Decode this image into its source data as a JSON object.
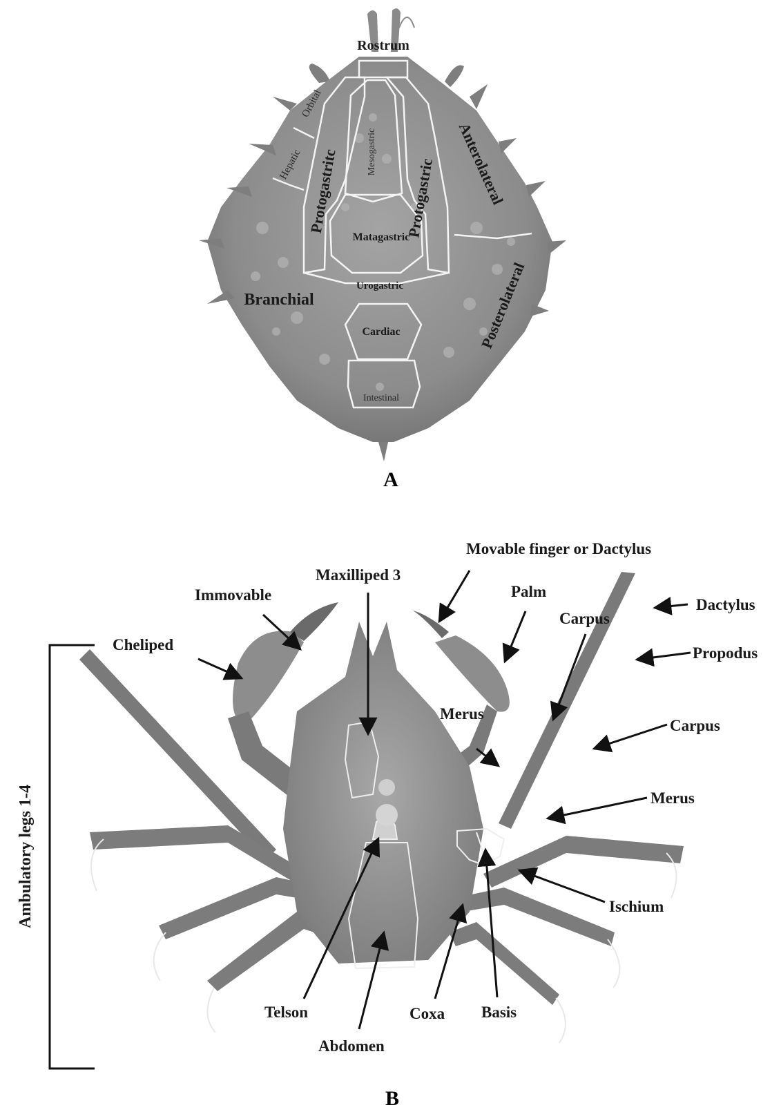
{
  "panels": {
    "a": "A",
    "b": "B"
  },
  "carapace_regions": {
    "rostrum": "Rostrum",
    "orbital": "Orbital",
    "hepatic": "Hepatic",
    "protogastric_left": "Protogastritc",
    "mesogastric": "Mesogastric",
    "protogastric_right": "Protogastric",
    "anterolateral": "Anterolateral",
    "matagastric": "Matagastric",
    "urogastric": "Urogastric",
    "branchial": "Branchial",
    "cardiac": "Cardiac",
    "posterolateral": "Posterolateral",
    "intestinal": "Intestinal"
  },
  "ventral_labels": {
    "movable_finger": "Movable finger or Dactylus",
    "maxilliped": "Maxilliped 3",
    "immovable": "Immovable",
    "palm": "Palm",
    "dactylus": "Dactylus",
    "carpus_cheliped": "Carpus",
    "cheliped": "Cheliped",
    "propodus": "Propodus",
    "merus_cheliped": "Merus",
    "carpus_leg": "Carpus",
    "merus_leg": "Merus",
    "ambulatory": "Ambulatory legs 1-4",
    "ischium": "Ischium",
    "telson": "Telson",
    "coxa": "Coxa",
    "basis": "Basis",
    "abdomen": "Abdomen"
  },
  "colors": {
    "shell": "#8f8f8f",
    "shell_dark": "#6e6e6e",
    "outline": "#f4f4f4",
    "ink": "#111111"
  }
}
